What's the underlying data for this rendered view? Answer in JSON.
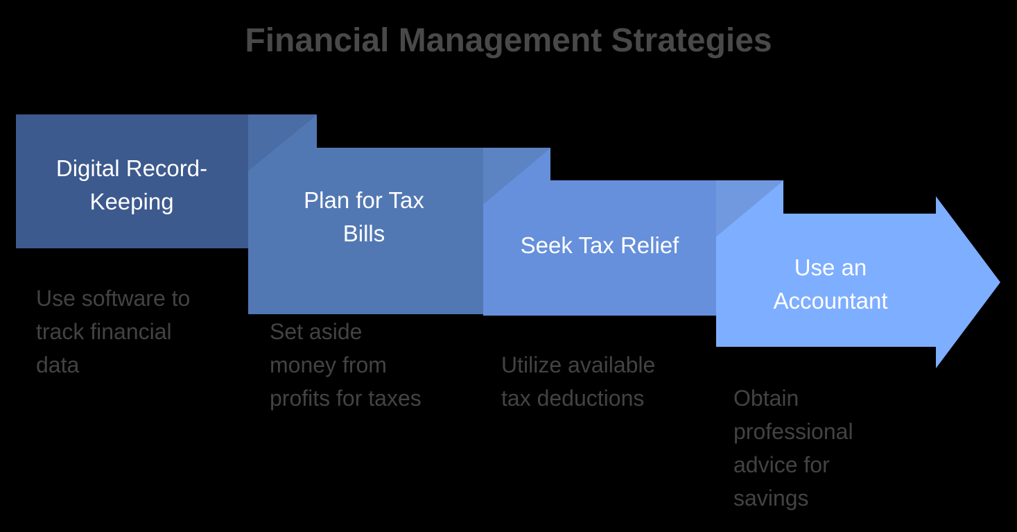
{
  "title": "Financial Management Strategies",
  "theme": {
    "background": "#000000",
    "title_color": "#494949",
    "label_color": "#FFFFFF",
    "description_color": "#434343"
  },
  "diagram": {
    "type": "chevron-process",
    "direction": "left-to-right",
    "steps": [
      {
        "index": 1,
        "label": "Digital Record-\nKeeping",
        "description": "Use software to\ntrack financial\ndata",
        "color": "#3D5A8E"
      },
      {
        "index": 2,
        "label": "Plan for Tax\nBills",
        "description": "Set aside\nmoney from\nprofits for taxes",
        "color": "#5278B4"
      },
      {
        "index": 3,
        "label": "Seek Tax Relief",
        "description": "Utilize available\ntax deductions",
        "color": "#6690DB"
      },
      {
        "index": 4,
        "label": "Use an\nAccountant",
        "description": "Obtain\nprofessional\nadvice for\nsavings",
        "color": "#7EAEFF"
      }
    ]
  }
}
